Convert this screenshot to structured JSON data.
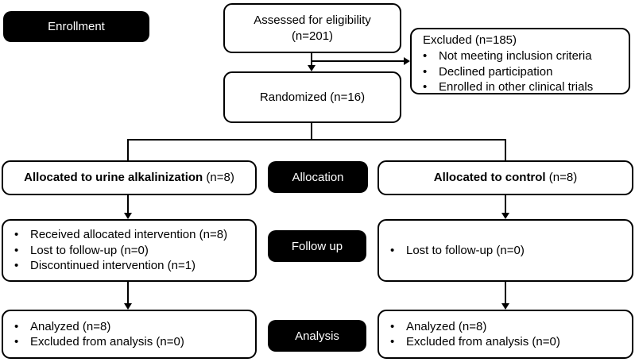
{
  "stages": {
    "enrollment": "Enrollment",
    "allocation": "Allocation",
    "followup": "Follow up",
    "analysis": "Analysis"
  },
  "boxes": {
    "assessed": {
      "line1": "Assessed for eligibility",
      "line2": "(n=201)"
    },
    "excluded": {
      "title": "Excluded (n=185)",
      "bullets": [
        "Not meeting inclusion criteria",
        "Declined participation",
        "Enrolled in other clinical trials"
      ]
    },
    "randomized": {
      "label": "Randomized (n=16)"
    },
    "alloc_left": {
      "bold": "Allocated to urine alkalinization",
      "rest": " (n=8)"
    },
    "alloc_right": {
      "bold": "Allocated to control",
      "rest": " (n=8)"
    },
    "followup_left": {
      "bullets": [
        "Received allocated intervention (n=8)",
        "Lost to follow-up (n=0)",
        "Discontinued intervention (n=1)"
      ]
    },
    "followup_right": {
      "bullets": [
        "Lost to follow-up (n=0)"
      ]
    },
    "analysis_left": {
      "bullets": [
        "Analyzed (n=8)",
        "Excluded from analysis (n=0)"
      ]
    },
    "analysis_right": {
      "bullets": [
        "Analyzed (n=8)",
        "Excluded from analysis (n=0)"
      ]
    },
    "bullet_char": "•"
  },
  "colors": {
    "line": "#000000",
    "box_border": "#000000",
    "box_fill": "#ffffff",
    "stage_bg": "#000000",
    "stage_text": "#ffffff",
    "text": "#000000"
  }
}
